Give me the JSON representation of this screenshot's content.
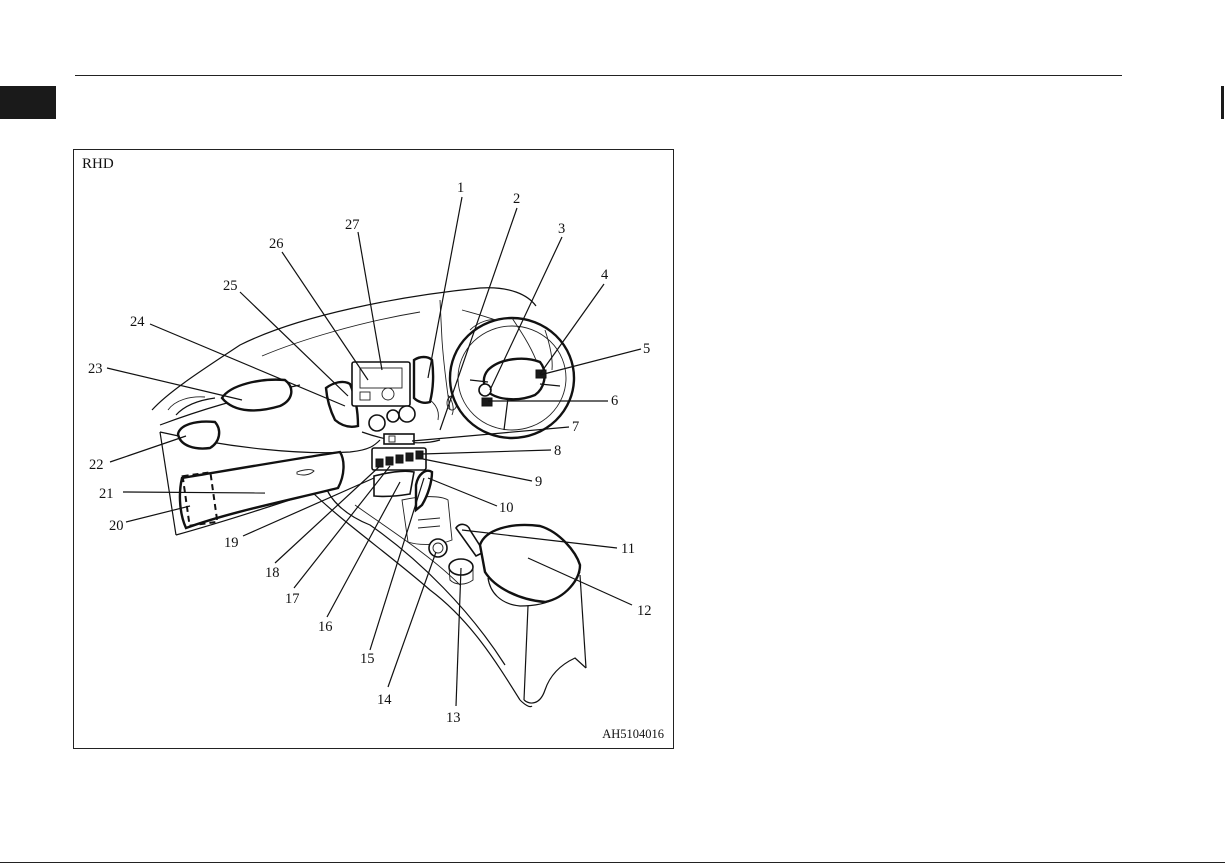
{
  "figure": {
    "label": "RHD",
    "code": "AH5104016",
    "callouts": [
      {
        "n": "1"
      },
      {
        "n": "2"
      },
      {
        "n": "3"
      },
      {
        "n": "4"
      },
      {
        "n": "5"
      },
      {
        "n": "6"
      },
      {
        "n": "7"
      },
      {
        "n": "8"
      },
      {
        "n": "9"
      },
      {
        "n": "10"
      },
      {
        "n": "11"
      },
      {
        "n": "12"
      },
      {
        "n": "13"
      },
      {
        "n": "14"
      },
      {
        "n": "15"
      },
      {
        "n": "16"
      },
      {
        "n": "17"
      },
      {
        "n": "18"
      },
      {
        "n": "19"
      },
      {
        "n": "20"
      },
      {
        "n": "21"
      },
      {
        "n": "22"
      },
      {
        "n": "23"
      },
      {
        "n": "24"
      },
      {
        "n": "25"
      },
      {
        "n": "26"
      },
      {
        "n": "27"
      }
    ]
  }
}
